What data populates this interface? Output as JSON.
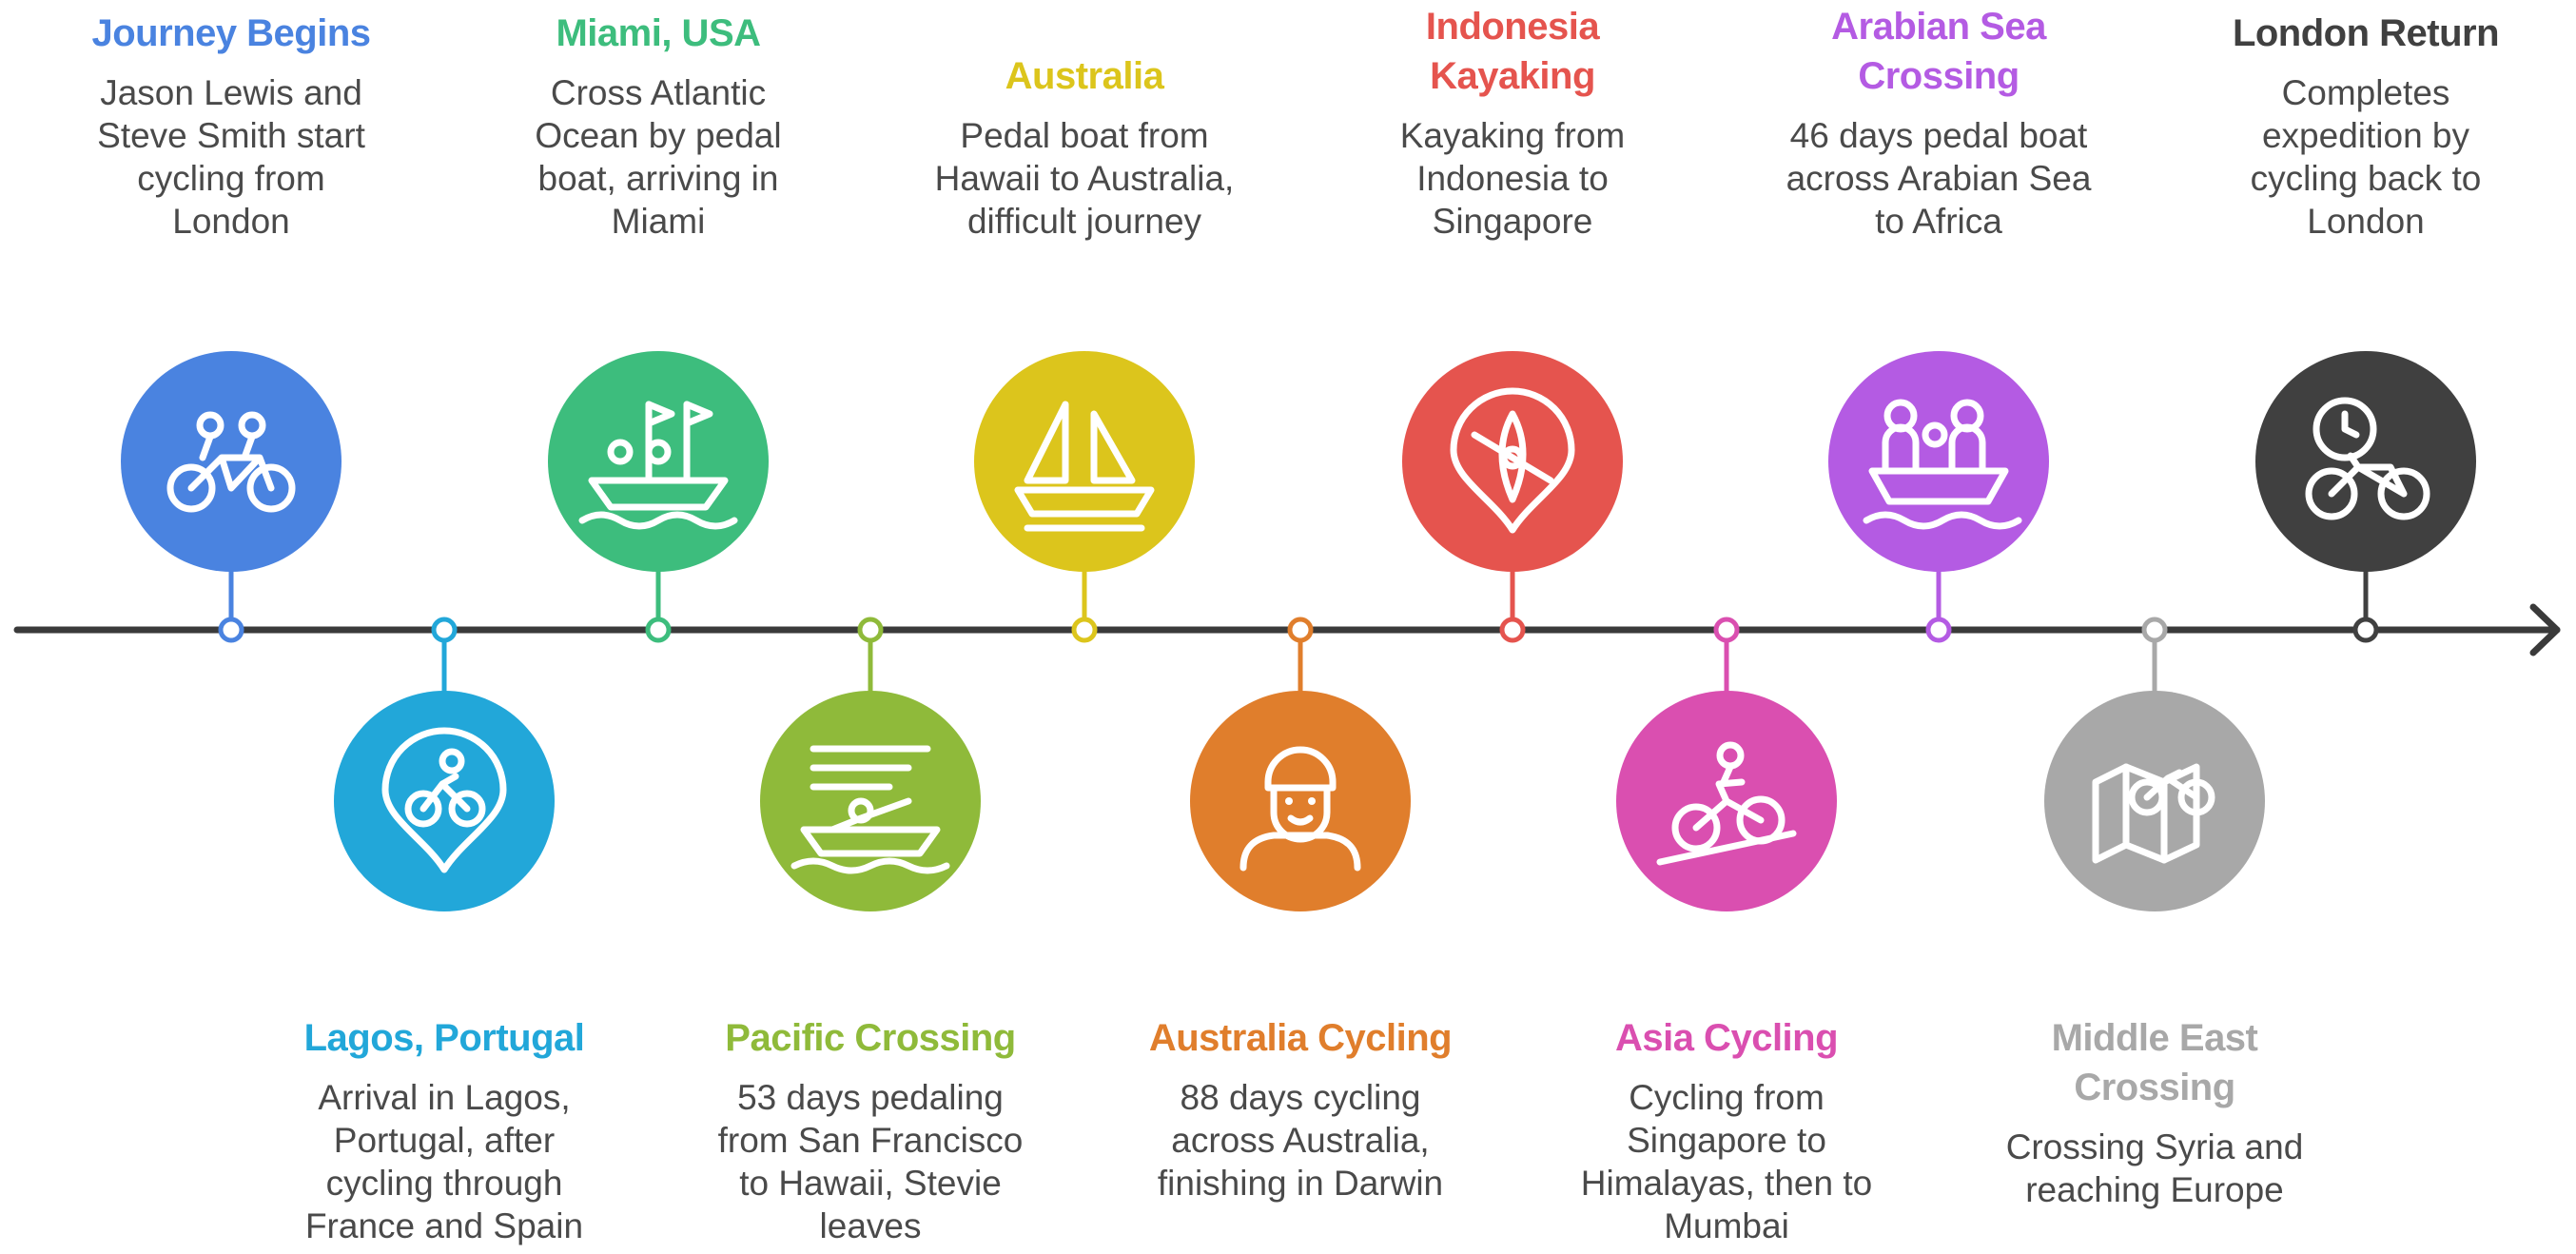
{
  "events": [
    {
      "id": "journey-begins",
      "title": "Journey Begins",
      "desc": "Jason Lewis and Steve Smith start cycling from London",
      "desc_lines": [
        "Jason Lewis and",
        "Steve Smith start",
        "cycling from",
        "London"
      ],
      "color": "#4a83e0",
      "icon": "tandem-bicycle-icon",
      "position": "top"
    },
    {
      "id": "lagos-portugal",
      "title": "Lagos, Portugal",
      "desc": "Arrival in Lagos, Portugal, after cycling through France and Spain",
      "desc_lines": [
        "Arrival in Lagos,",
        "Portugal, after",
        "cycling through",
        "France and Spain"
      ],
      "color": "#22a7d9",
      "icon": "cyclist-location-pin-icon",
      "position": "bottom"
    },
    {
      "id": "miami-usa",
      "title": "Miami, USA",
      "desc": "Cross Atlantic Ocean by pedal boat, arriving in Miami",
      "desc_lines": [
        "Cross Atlantic",
        "Ocean by pedal",
        "boat, arriving in",
        "Miami"
      ],
      "color": "#3dbd7d",
      "icon": "boat-with-flags-icon",
      "position": "top"
    },
    {
      "id": "pacific-crossing",
      "title": "Pacific Crossing",
      "desc": "53 days pedaling from San Francisco to Hawaii, Stevie leaves",
      "desc_lines": [
        "53 days pedaling",
        "from San Francisco",
        "to Hawaii, Stevie",
        "leaves"
      ],
      "color": "#8fba3a",
      "icon": "rowing-boat-icon",
      "position": "bottom"
    },
    {
      "id": "australia",
      "title": "Australia",
      "desc": "Pedal boat from Hawaii to Australia, difficult journey",
      "desc_lines": [
        "Pedal boat from",
        "Hawaii to Australia,",
        "difficult journey"
      ],
      "color": "#dcc51c",
      "icon": "sailboat-icon",
      "position": "top"
    },
    {
      "id": "australia-cycling",
      "title": "Australia Cycling",
      "desc": "88 days cycling across Australia, finishing in Darwin",
      "desc_lines": [
        "88 days cycling",
        "across Australia,",
        "finishing in Darwin"
      ],
      "color": "#e07e2c",
      "icon": "cyclist-helmet-icon",
      "position": "bottom"
    },
    {
      "id": "indonesia-kayaking",
      "title": "Indonesia Kayaking",
      "title_lines": [
        "Indonesia",
        "Kayaking"
      ],
      "desc": "Kayaking from Indonesia to Singapore",
      "desc_lines": [
        "Kayaking from",
        "Indonesia to",
        "Singapore"
      ],
      "color": "#e5544e",
      "icon": "kayak-pin-icon",
      "position": "top"
    },
    {
      "id": "asia-cycling",
      "title": "Asia Cycling",
      "desc": "Cycling from Singapore to Himalayas, then to Mumbai",
      "desc_lines": [
        "Cycling from",
        "Singapore to",
        "Himalayas, then to",
        "Mumbai"
      ],
      "color": "#da4fb0",
      "icon": "uphill-cyclist-icon",
      "position": "bottom"
    },
    {
      "id": "arabian-sea-crossing",
      "title": "Arabian Sea Crossing",
      "title_lines": [
        "Arabian Sea",
        "Crossing"
      ],
      "desc": "46 days pedal boat across Arabian Sea to Africa",
      "desc_lines": [
        "46 days pedal boat",
        "across Arabian Sea",
        "to Africa"
      ],
      "color": "#b45be3",
      "icon": "people-in-boat-icon",
      "position": "top"
    },
    {
      "id": "middle-east-crossing",
      "title": "Middle East Crossing",
      "title_lines": [
        "Middle East",
        "Crossing"
      ],
      "desc": "Crossing Syria and reaching Europe",
      "desc_lines": [
        "Crossing Syria and",
        "reaching Europe"
      ],
      "color": "#a8a8a8",
      "icon": "bicycle-map-icon",
      "position": "bottom"
    },
    {
      "id": "london-return",
      "title": "London Return",
      "desc": "Completes expedition by cycling back to London",
      "desc_lines": [
        "Completes",
        "expedition by",
        "cycling back to",
        "London"
      ],
      "color": "#404040",
      "icon": "clock-bicycle-icon",
      "position": "top"
    }
  ],
  "timeline": {
    "line_color": "#3a3a3a",
    "arrow": "right"
  }
}
